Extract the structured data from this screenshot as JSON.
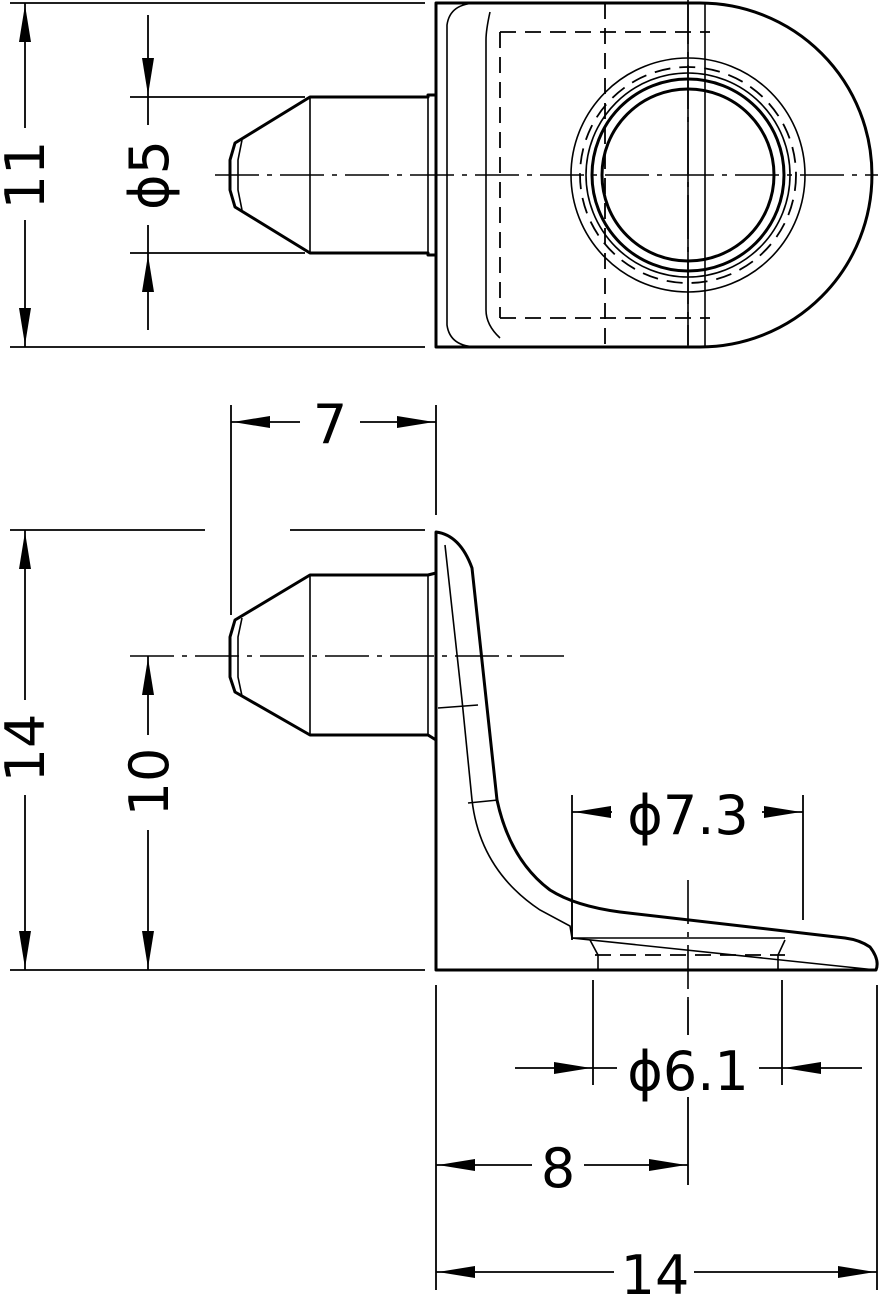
{
  "dimensions": {
    "top_view_height": "11",
    "pin_diameter": "ϕ5",
    "pin_length": "7",
    "overall_height": "14",
    "pin_height": "10",
    "hole_outer_diameter": "ϕ7.3",
    "hole_inner_diameter": "ϕ6.1",
    "hole_offset": "8",
    "overall_length": "14"
  }
}
